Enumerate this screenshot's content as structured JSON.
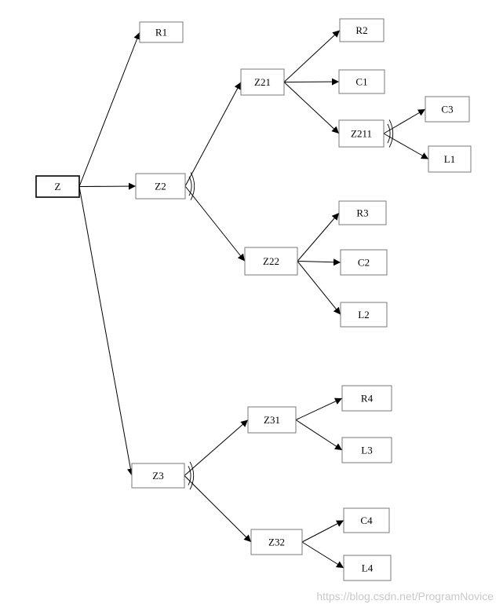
{
  "diagram": {
    "nodes": [
      {
        "id": "Z",
        "label": "Z",
        "root": true
      },
      {
        "id": "R1",
        "label": "R1"
      },
      {
        "id": "Z2",
        "label": "Z2"
      },
      {
        "id": "Z3",
        "label": "Z3"
      },
      {
        "id": "Z21",
        "label": "Z21"
      },
      {
        "id": "Z22",
        "label": "Z22"
      },
      {
        "id": "R2",
        "label": "R2"
      },
      {
        "id": "C1",
        "label": "C1"
      },
      {
        "id": "Z211",
        "label": "Z211"
      },
      {
        "id": "C3",
        "label": "C3"
      },
      {
        "id": "L1",
        "label": "L1"
      },
      {
        "id": "R3",
        "label": "R3"
      },
      {
        "id": "C2",
        "label": "C2"
      },
      {
        "id": "L2",
        "label": "L2"
      },
      {
        "id": "Z31",
        "label": "Z31"
      },
      {
        "id": "Z32",
        "label": "Z32"
      },
      {
        "id": "R4",
        "label": "R4"
      },
      {
        "id": "L3",
        "label": "L3"
      },
      {
        "id": "C4",
        "label": "C4"
      },
      {
        "id": "L4",
        "label": "L4"
      }
    ],
    "edges": [
      {
        "from": "Z",
        "to": "R1"
      },
      {
        "from": "Z",
        "to": "Z2"
      },
      {
        "from": "Z",
        "to": "Z3"
      },
      {
        "from": "Z2",
        "to": "Z21"
      },
      {
        "from": "Z2",
        "to": "Z22"
      },
      {
        "from": "Z21",
        "to": "R2"
      },
      {
        "from": "Z21",
        "to": "C1"
      },
      {
        "from": "Z21",
        "to": "Z211"
      },
      {
        "from": "Z211",
        "to": "C3"
      },
      {
        "from": "Z211",
        "to": "L1"
      },
      {
        "from": "Z22",
        "to": "R3"
      },
      {
        "from": "Z22",
        "to": "C2"
      },
      {
        "from": "Z22",
        "to": "L2"
      },
      {
        "from": "Z3",
        "to": "Z31"
      },
      {
        "from": "Z3",
        "to": "Z32"
      },
      {
        "from": "Z31",
        "to": "R4"
      },
      {
        "from": "Z31",
        "to": "L3"
      },
      {
        "from": "Z32",
        "to": "C4"
      },
      {
        "from": "Z32",
        "to": "L4"
      }
    ],
    "or_nodes": [
      "Z2",
      "Z211",
      "Z3"
    ]
  },
  "watermark": "https://blog.csdn.net/ProgramNovice"
}
